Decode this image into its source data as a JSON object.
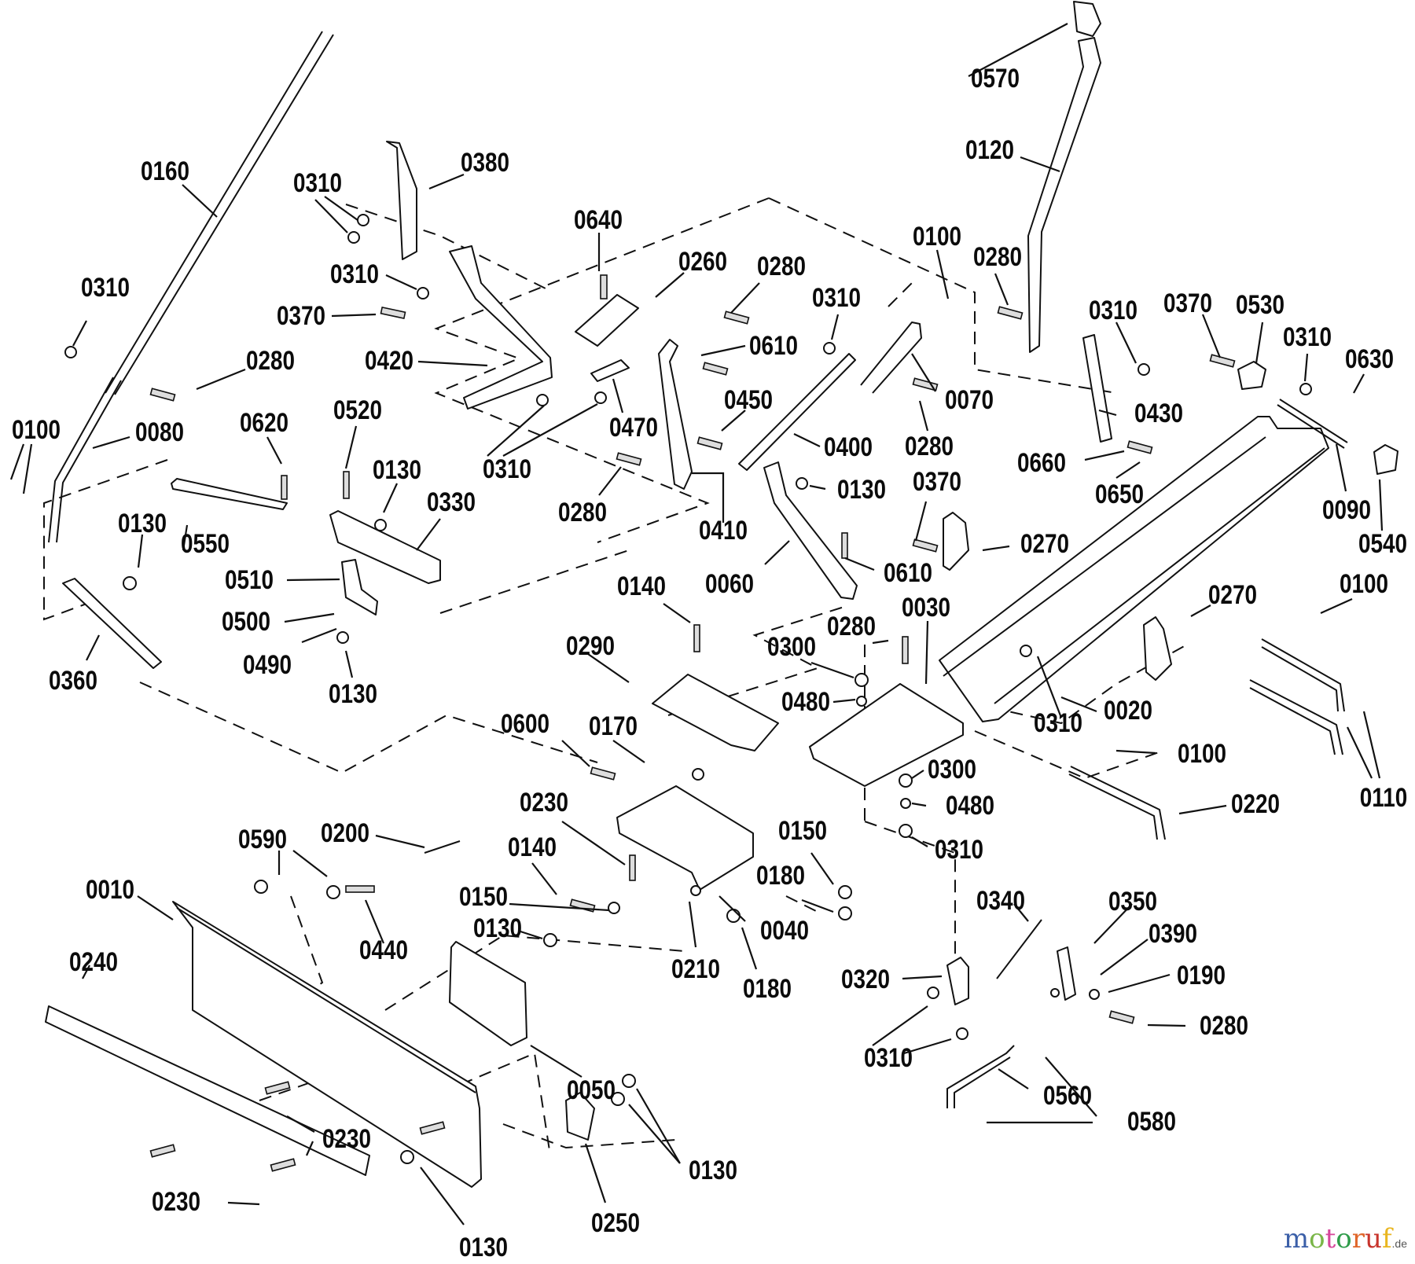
{
  "diagram": {
    "type": "exploded-parts-diagram",
    "subject": "front snow blade / plow mounting assembly",
    "callouts": [
      "0570",
      "0120",
      "0160",
      "0380",
      "0310",
      "0640",
      "0260",
      "0280",
      "0100",
      "0280",
      "0310",
      "0370",
      "0310",
      "0310",
      "0310",
      "0370",
      "0530",
      "0310",
      "0630",
      "0420",
      "0280",
      "0610",
      "0070",
      "0430",
      "0450",
      "0400",
      "0470",
      "0310",
      "0280",
      "0660",
      "0650",
      "0090",
      "0540",
      "0100",
      "0080",
      "0620",
      "0520",
      "0130",
      "0330",
      "0130",
      "0550",
      "0280",
      "0410",
      "0130",
      "0370",
      "0270",
      "0510",
      "0500",
      "0060",
      "0610",
      "0490",
      "0360",
      "0130",
      "0140",
      "0290",
      "0280",
      "0030",
      "0300",
      "0270",
      "0100",
      "0480",
      "0310",
      "0020",
      "0600",
      "0170",
      "0100",
      "0300",
      "0110",
      "0230",
      "0480",
      "0220",
      "0310",
      "0590",
      "0200",
      "0150",
      "0140",
      "0010",
      "0180",
      "0040",
      "0150",
      "0440",
      "0130",
      "0340",
      "0350",
      "0390",
      "0320",
      "0190",
      "0240",
      "0210",
      "0180",
      "0280",
      "0310",
      "0050",
      "0560",
      "0230",
      "0580",
      "0130",
      "0230",
      "0250",
      "0130"
    ],
    "part_numbers": [
      "0010",
      "0020",
      "0030",
      "0040",
      "0050",
      "0060",
      "0070",
      "0080",
      "0090",
      "0100",
      "0110",
      "0120",
      "0130",
      "0140",
      "0150",
      "0160",
      "0170",
      "0180",
      "0190",
      "0200",
      "0210",
      "0220",
      "0230",
      "0240",
      "0250",
      "0260",
      "0270",
      "0280",
      "0290",
      "0300",
      "0310",
      "0320",
      "0330",
      "0340",
      "0350",
      "0360",
      "0370",
      "0380",
      "0390",
      "0400",
      "0410",
      "0420",
      "0430",
      "0440",
      "0450",
      "0470",
      "0480",
      "0490",
      "0500",
      "0510",
      "0520",
      "0530",
      "0540",
      "0550",
      "0560",
      "0570",
      "0580",
      "0590",
      "0600",
      "0610",
      "0620",
      "0630",
      "0640",
      "0650",
      "0660"
    ]
  },
  "watermark": {
    "letters": [
      "m",
      "o",
      "t",
      "o",
      "r",
      "u",
      "f"
    ],
    "colors": [
      "#3b5fa8",
      "#7ab648",
      "#d6469a",
      "#2f9c4a",
      "#e0672b",
      "#c8342c",
      "#e9b620"
    ],
    "tld": ".de"
  }
}
